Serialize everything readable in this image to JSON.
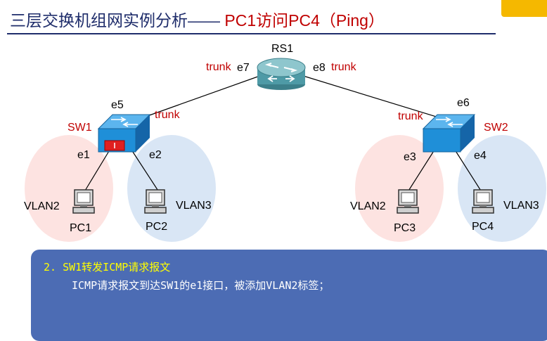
{
  "header": {
    "title_main": "三层交换机组网实例分析——",
    "title_sub": " PC1访问PC4（Ping）"
  },
  "diagram": {
    "router": {
      "name": "RS1",
      "port_left": "e7",
      "port_right": "e8"
    },
    "switch_left": {
      "name": "SW1",
      "uplink_port": "e5",
      "port_a": "e1",
      "port_b": "e2"
    },
    "switch_right": {
      "name": "SW2",
      "uplink_port": "e6",
      "port_a": "e3",
      "port_b": "e4"
    },
    "trunk_label": "trunk",
    "vlan_a": "VLAN2",
    "vlan_b": "VLAN3",
    "pcs": [
      "PC1",
      "PC2",
      "PC3",
      "PC4"
    ],
    "colors": {
      "vlan2_zone": "#fde3e1",
      "vlan3_zone": "#d9e6f5",
      "switch_blue": "#1f8fd8",
      "highlight_red": "#e02020",
      "trunk_red": "#c00000",
      "router_teal": "#4e9aa6"
    }
  },
  "info": {
    "step": "2.  SW1转发ICMP请求报文",
    "detail": "ICMP请求报文到达SW1的e1接口，被添加VLAN2标签；"
  }
}
